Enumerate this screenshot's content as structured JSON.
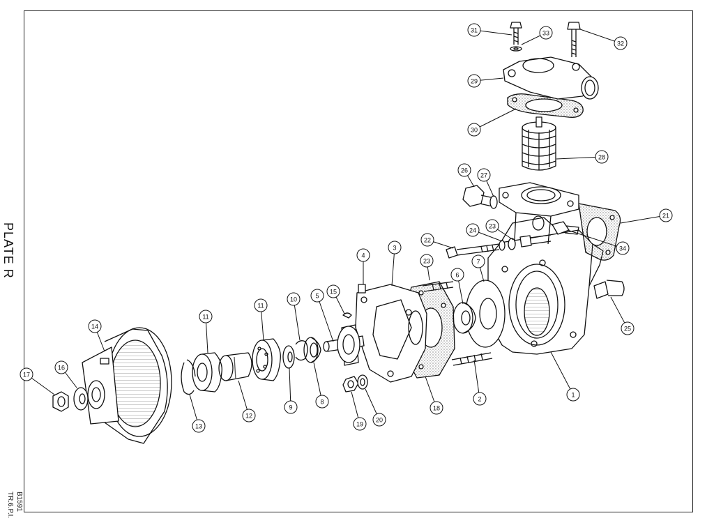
{
  "plate": {
    "title": "PLATE R",
    "code": "B1591",
    "reference": "TR.6.P.I."
  },
  "callouts": [
    "1",
    "2",
    "3",
    "4",
    "5",
    "6",
    "7",
    "8",
    "9",
    "10",
    "11",
    "11",
    "12",
    "13",
    "14",
    "15",
    "16",
    "17",
    "18",
    "19",
    "20",
    "21",
    "22",
    "23",
    "23",
    "24",
    "25",
    "26",
    "27",
    "28",
    "29",
    "30",
    "31",
    "32",
    "33",
    "34"
  ]
}
